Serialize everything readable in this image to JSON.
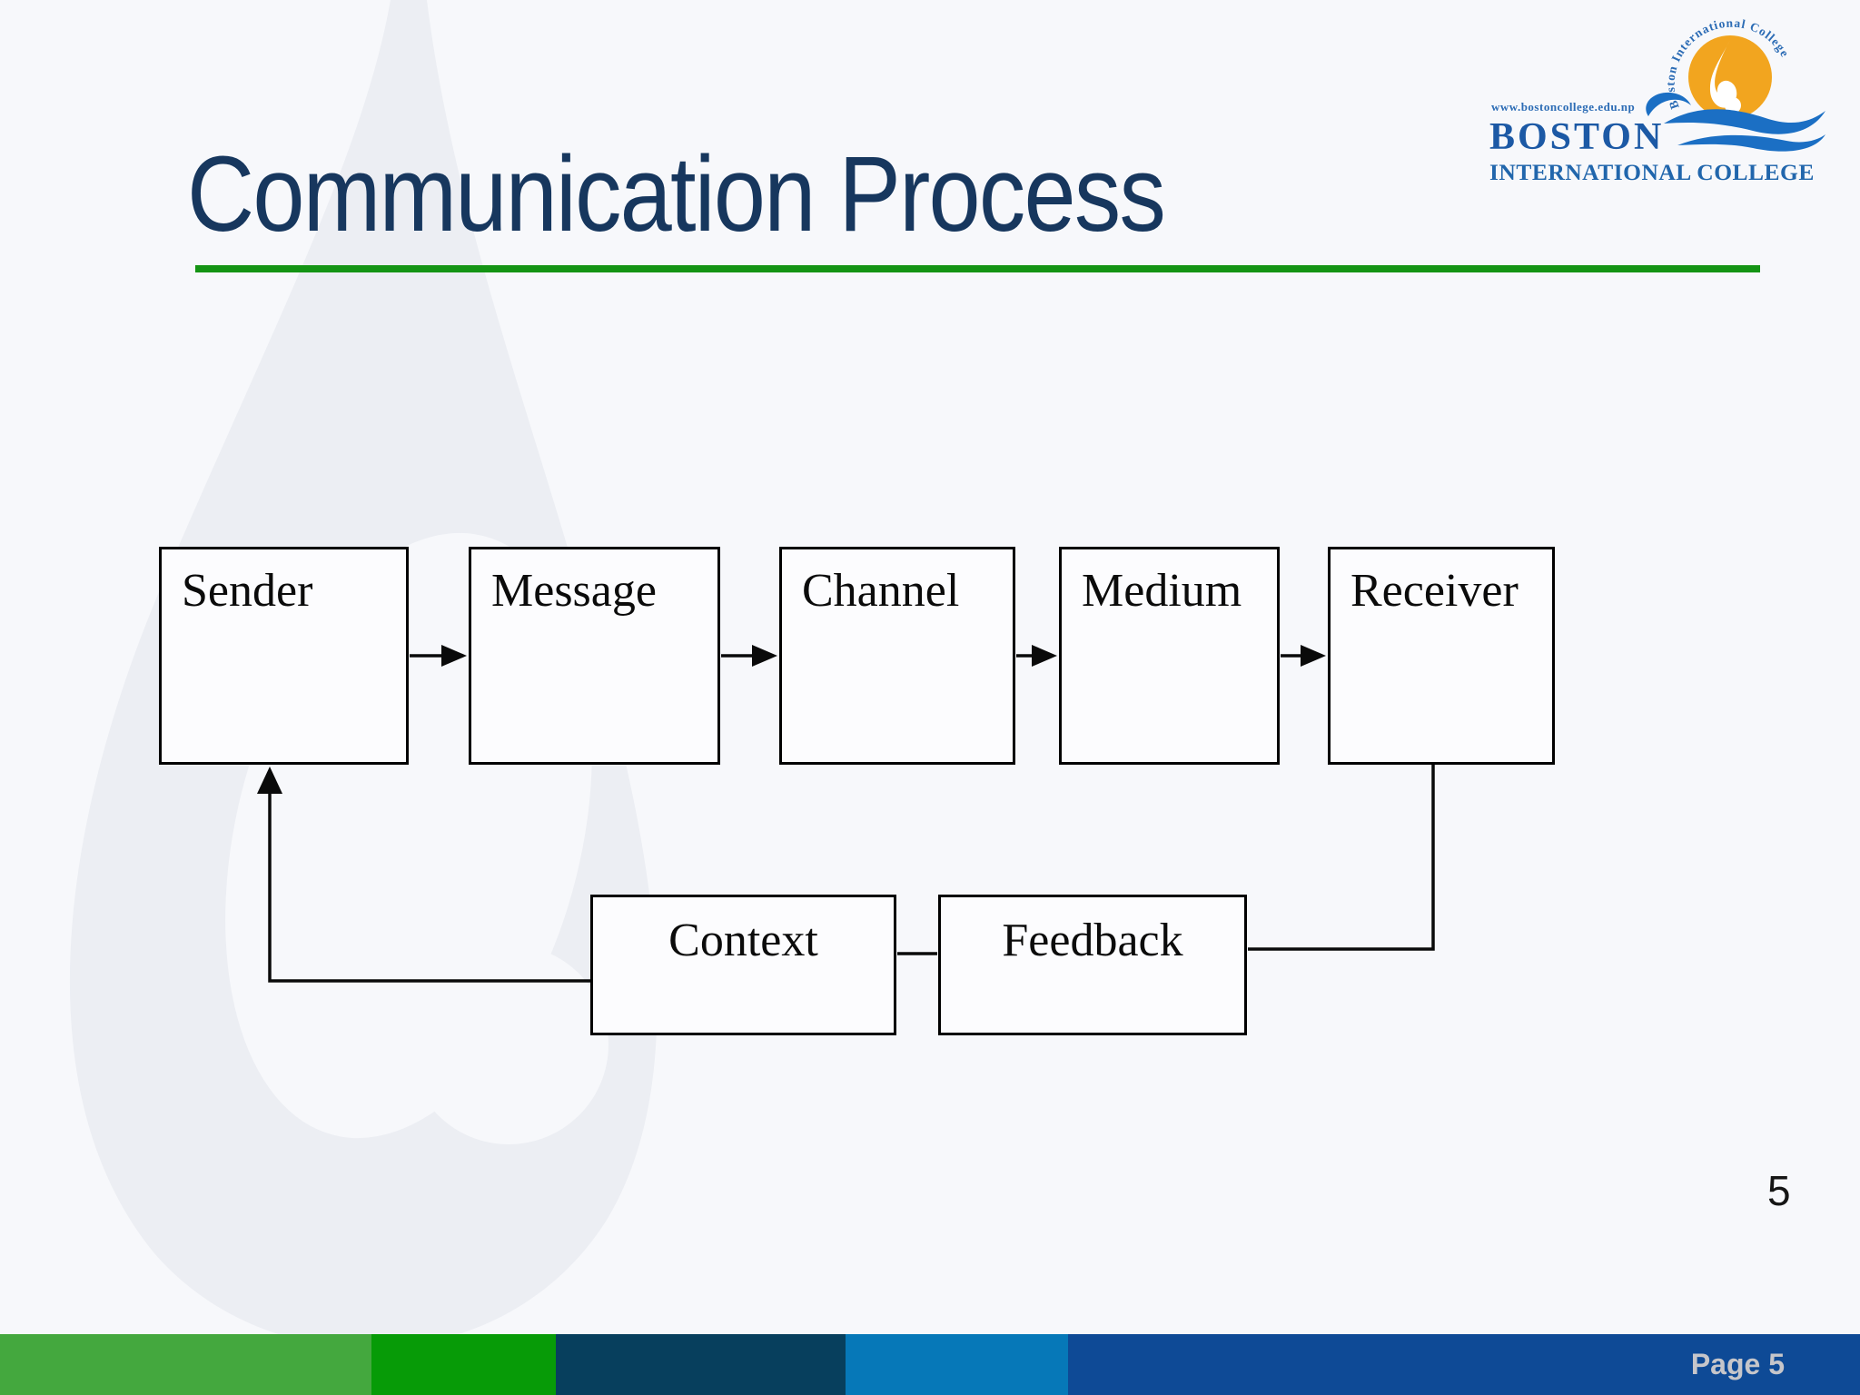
{
  "slide": {
    "title": "Communication Process",
    "page_number": "5",
    "footer_label": "Page 5"
  },
  "logo": {
    "url_text": "www.bostoncollege.edu.np",
    "name": "BOSTON",
    "subname": "INTERNATIONAL COLLEGE",
    "arc_text": "Boston International College",
    "colors": {
      "emblem_yellow": "#F2A51F",
      "text_blue": "#1C59A5",
      "wave_blue": "#1B6FC4",
      "arc_text_blue": "#2C6CB5"
    }
  },
  "diagram": {
    "flow_boxes": [
      {
        "label": "Sender"
      },
      {
        "label": "Message"
      },
      {
        "label": "Channel"
      },
      {
        "label": "Medium"
      },
      {
        "label": "Receiver"
      }
    ],
    "loop_boxes": [
      {
        "label": "Context"
      },
      {
        "label": "Feedback"
      }
    ],
    "connector_color": "#0a0a0a"
  },
  "theme": {
    "background": "#F7F8FB",
    "watermark": "#ECEEF3",
    "title_color": "#17375E",
    "title_rule_color": "#149414",
    "box_fill": "#FCFCFE",
    "box_border": "#000000",
    "footer_segments": [
      "#44A83E",
      "#079B07",
      "#073F5D",
      "#0678B8",
      "#0E4A96"
    ],
    "footer_text_color": "#C6C6CA"
  }
}
